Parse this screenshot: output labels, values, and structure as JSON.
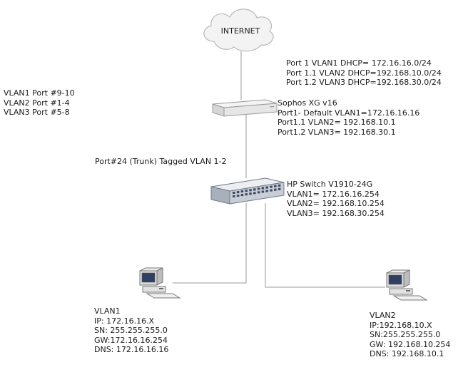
{
  "cloud": {
    "label": "INTERNET"
  },
  "dhcp_notes": [
    "Port 1 VLAN1 DHCP= 172.16.16.0/24",
    "Port 1.1 VLAN2 DHCP=192.168.10.0/24",
    "Port 1.2 VLAN3 DHCP=192.168.30.0/24"
  ],
  "vlan_ports": [
    "VLAN1 Port #9-10",
    "VLAN2 Port #1-4",
    "VLAN3 Port #5-8"
  ],
  "firewall": {
    "title": "Sophos XG v16",
    "lines": [
      "Port1- Default VLAN1=172.16.16.16",
      "Port1.1 VLAN2= 192.168.10.1",
      "Port1.2 VLAN3= 192.168.30.1"
    ]
  },
  "trunk_label": "Port#24 (Trunk) Tagged VLAN 1-2",
  "switch": {
    "title": "HP Switch V1910-24G",
    "lines": [
      "VLAN1= 172.16.16.254",
      "VLAN2= 192.168.10.254",
      "VLAN3= 192.168.30.254"
    ]
  },
  "pc1": {
    "lines": [
      "VLAN1",
      "IP:  172.16.16.X",
      "SN: 255.255.255.0",
      "GW:172.16.16.254",
      "DNS: 172.16.16.16"
    ]
  },
  "pc2": {
    "lines": [
      "VLAN2",
      "IP:192.168.10.X",
      "SN:255.255.255.0",
      "GW: 192.168.10.254",
      "DNS: 192.168.10.1"
    ]
  }
}
